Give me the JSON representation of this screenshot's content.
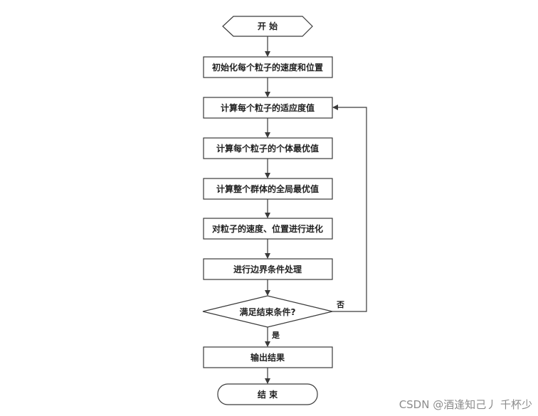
{
  "flowchart": {
    "nodes": [
      {
        "id": "start",
        "label": "开  始"
      },
      {
        "id": "init",
        "label": "初始化每个粒子的速度和位置"
      },
      {
        "id": "fitness",
        "label": "计算每个粒子的适应度值"
      },
      {
        "id": "pbest",
        "label": "计算每个粒子的个体最优值"
      },
      {
        "id": "gbest",
        "label": "计算整个群体的全局最优值"
      },
      {
        "id": "update",
        "label": "对粒子的速度、位置进行进化"
      },
      {
        "id": "boundary",
        "label": "进行边界条件处理"
      },
      {
        "id": "decision",
        "label": "满足结束条件?"
      },
      {
        "id": "output",
        "label": "输出结果"
      },
      {
        "id": "end",
        "label": "结  束"
      }
    ],
    "edges": {
      "yes_label": "是",
      "no_label": "否"
    }
  },
  "watermark": "CSDN @酒逢知己丿 千杯少"
}
